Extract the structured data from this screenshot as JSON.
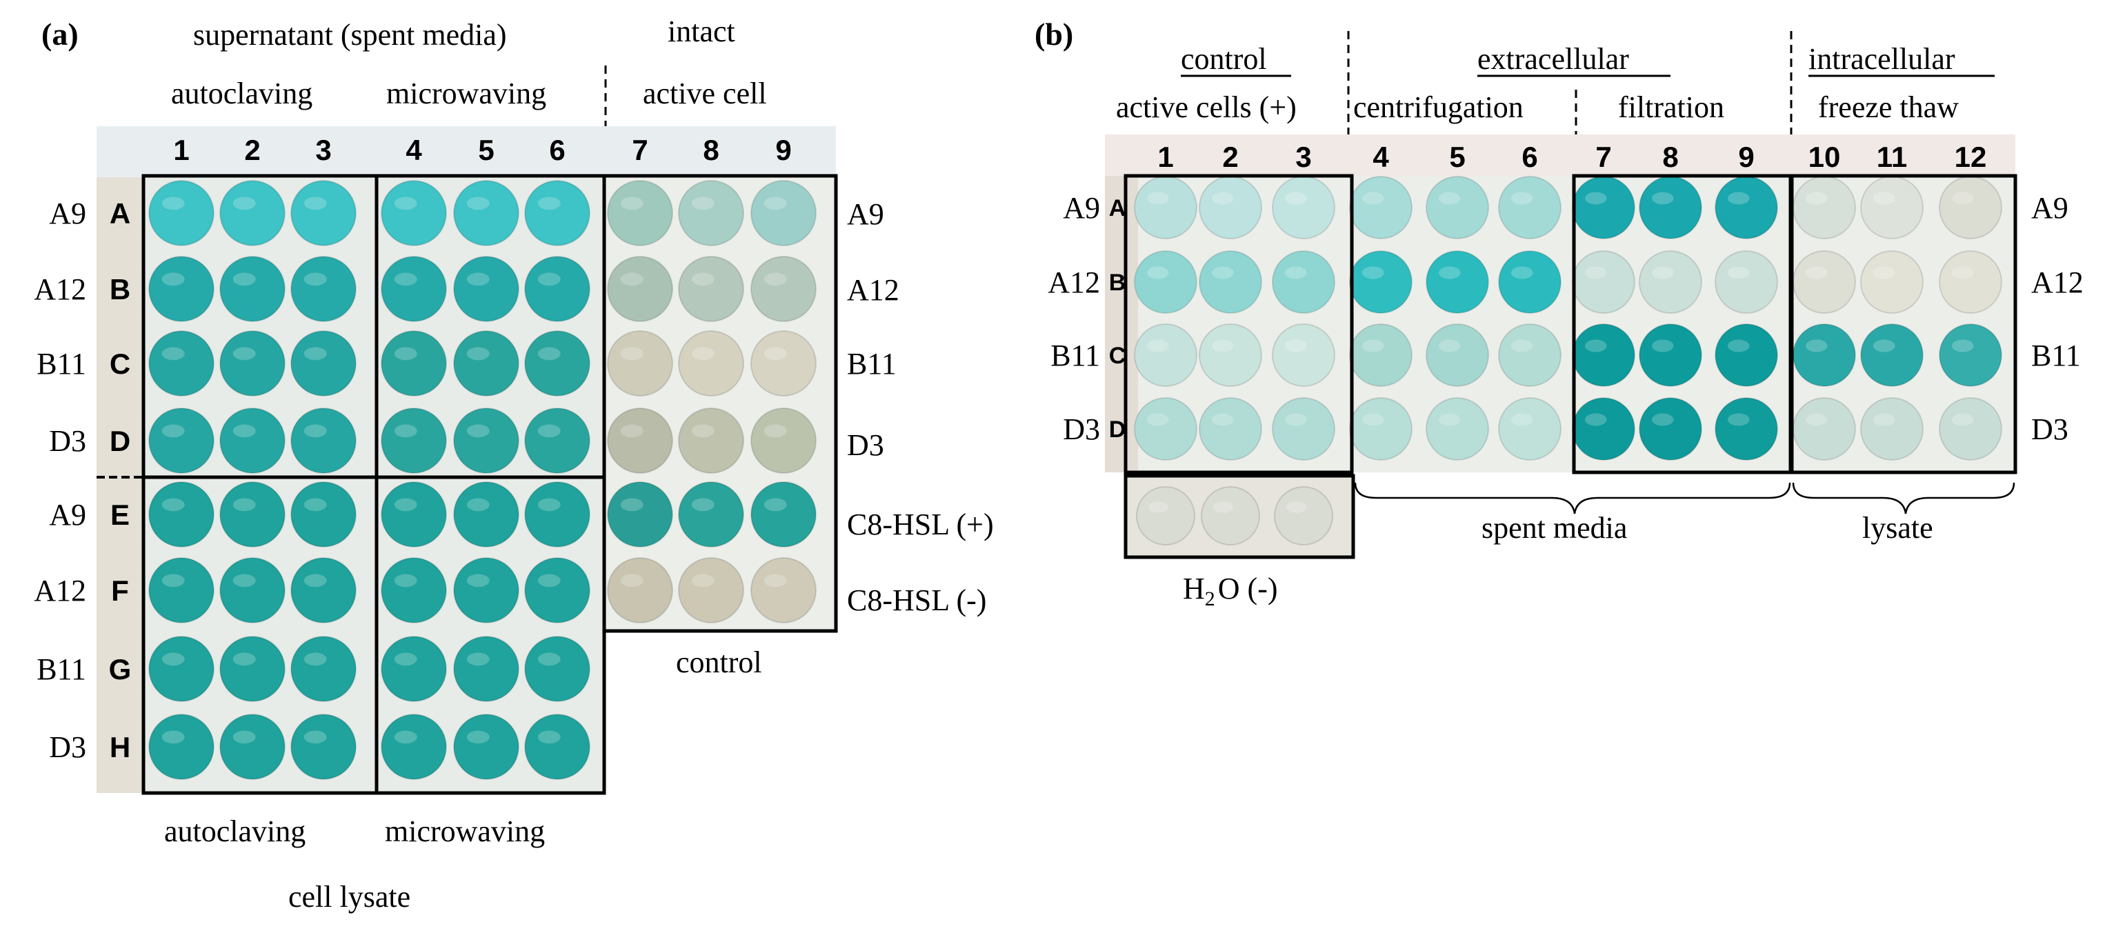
{
  "panel_a": {
    "panel_label": "(a)",
    "header_top_left": "supernatant (spent media)",
    "header_top_right": "intact",
    "header_autoclaving": "autoclaving",
    "header_microwaving": "microwaving",
    "header_active_cell": "active cell",
    "columns": [
      "1",
      "2",
      "3",
      "4",
      "5",
      "6",
      "7",
      "8",
      "9"
    ],
    "rows": [
      "A",
      "B",
      "C",
      "D",
      "E",
      "F",
      "G",
      "H"
    ],
    "strains_left": [
      "A9",
      "A12",
      "B11",
      "D3",
      "A9",
      "A12",
      "B11",
      "D3"
    ],
    "right_labels": [
      "A9",
      "A12",
      "B11",
      "D3",
      "C8-HSL (+)",
      "C8-HSL (-)"
    ],
    "bottom_control": "control",
    "bottom_autoclaving": "autoclaving",
    "bottom_microwaving": "microwaving",
    "bottom_cell_lysate": "cell lysate",
    "well_colors": [
      [
        "#3ec3c6",
        "#3ec3c6",
        "#3ec3c6",
        "#3ec3c6",
        "#3ec3c6",
        "#3ec3c6",
        "#9fc9bd",
        "#a8cfc6",
        "#9ccfc9"
      ],
      [
        "#26aaa9",
        "#26aaa9",
        "#26aaa9",
        "#26aaa9",
        "#26aaa9",
        "#26aaa9",
        "#a9c2b4",
        "#b4c8bc",
        "#b4c8bc"
      ],
      [
        "#26a6a2",
        "#26a6a2",
        "#26a6a2",
        "#2aa59e",
        "#2aa59e",
        "#2aa59e",
        "#cfcdb9",
        "#d6d2c0",
        "#d8d4c4"
      ],
      [
        "#26a6a2",
        "#26a6a2",
        "#26a6a2",
        "#2aa59e",
        "#2aa59e",
        "#2aa59e",
        "#b9bca8",
        "#bfc3ae",
        "#bcc3ad"
      ],
      [
        "#1fa39c",
        "#1fa39c",
        "#1fa39c",
        "#1fa39c",
        "#1fa39c",
        "#1fa39c",
        "#2a9e96",
        "#2aa39a",
        "#26a39b"
      ],
      [
        "#1fa39c",
        "#1fa39c",
        "#1fa39c",
        "#1fa39c",
        "#1fa39c",
        "#1fa39c",
        "#c8c4b0",
        "#cdc8b4",
        "#cfcbb8"
      ],
      [
        "#1fa39c",
        "#1fa39c",
        "#1fa39c",
        "#1fa39c",
        "#1fa39c",
        "#1fa39c",
        null,
        null,
        null
      ],
      [
        "#1fa39c",
        "#1fa39c",
        "#1fa39c",
        "#1fa39c",
        "#1fa39c",
        "#1fa39c",
        null,
        null,
        null
      ]
    ]
  },
  "panel_b": {
    "panel_label": "(b)",
    "header_control": "control",
    "header_extracellular": "extracellular",
    "header_intracellular": "intracellular",
    "header_active_cells": "active cells (+)",
    "header_centrifugation": "centrifugation",
    "header_filtration": "filtration",
    "header_freeze_thaw": "freeze thaw",
    "columns": [
      "1",
      "2",
      "3",
      "4",
      "5",
      "6",
      "7",
      "8",
      "9",
      "10",
      "11",
      "12"
    ],
    "rows": [
      "A",
      "B",
      "C",
      "D"
    ],
    "strains_left": [
      "A9",
      "A12",
      "B11",
      "D3"
    ],
    "strains_right": [
      "A9",
      "A12",
      "B11",
      "D3"
    ],
    "bottom_spent_media": "spent media",
    "bottom_lysate": "lysate",
    "water_label_base": "H",
    "water_label_sub": "2",
    "water_label_rest": "O (-)",
    "well_colors": [
      [
        "#b9e0dd",
        "#bde2df",
        "#c2e4e1",
        "#a7dcd8",
        "#a3dad6",
        "#a3dad6",
        "#1aa7ad",
        "#1aa7ad",
        "#1aa7ad",
        "#d6e0d9",
        "#dde3db",
        "#dbdcd2"
      ],
      [
        "#8fd6d2",
        "#8fd6d2",
        "#8fd6d2",
        "#30bdc0",
        "#2bbbbe",
        "#2bbbbe",
        "#c9dfd9",
        "#cce0da",
        "#cce0da",
        "#dedfd4",
        "#e2e2d7",
        "#e2e1d5"
      ],
      [
        "#c6e2dc",
        "#c9e3dd",
        "#cde5df",
        "#a6d8d0",
        "#a4d7cf",
        "#b3dcd4",
        "#0e9b9c",
        "#0e9b9c",
        "#0e9b9c",
        "#2aa8a7",
        "#2aa8a7",
        "#34adab"
      ],
      [
        "#b0dcd5",
        "#b0dcd5",
        "#b0dcd5",
        "#b7ded7",
        "#b7ded7",
        "#bfe1da",
        "#0e9a9a",
        "#0e9a9a",
        "#109c9b",
        "#c8ddd6",
        "#c8ddd6",
        "#c8ddd6"
      ]
    ],
    "water_well_colors": [
      "#d9dcd2",
      "#d9dcd2",
      "#d9dcd2"
    ]
  }
}
